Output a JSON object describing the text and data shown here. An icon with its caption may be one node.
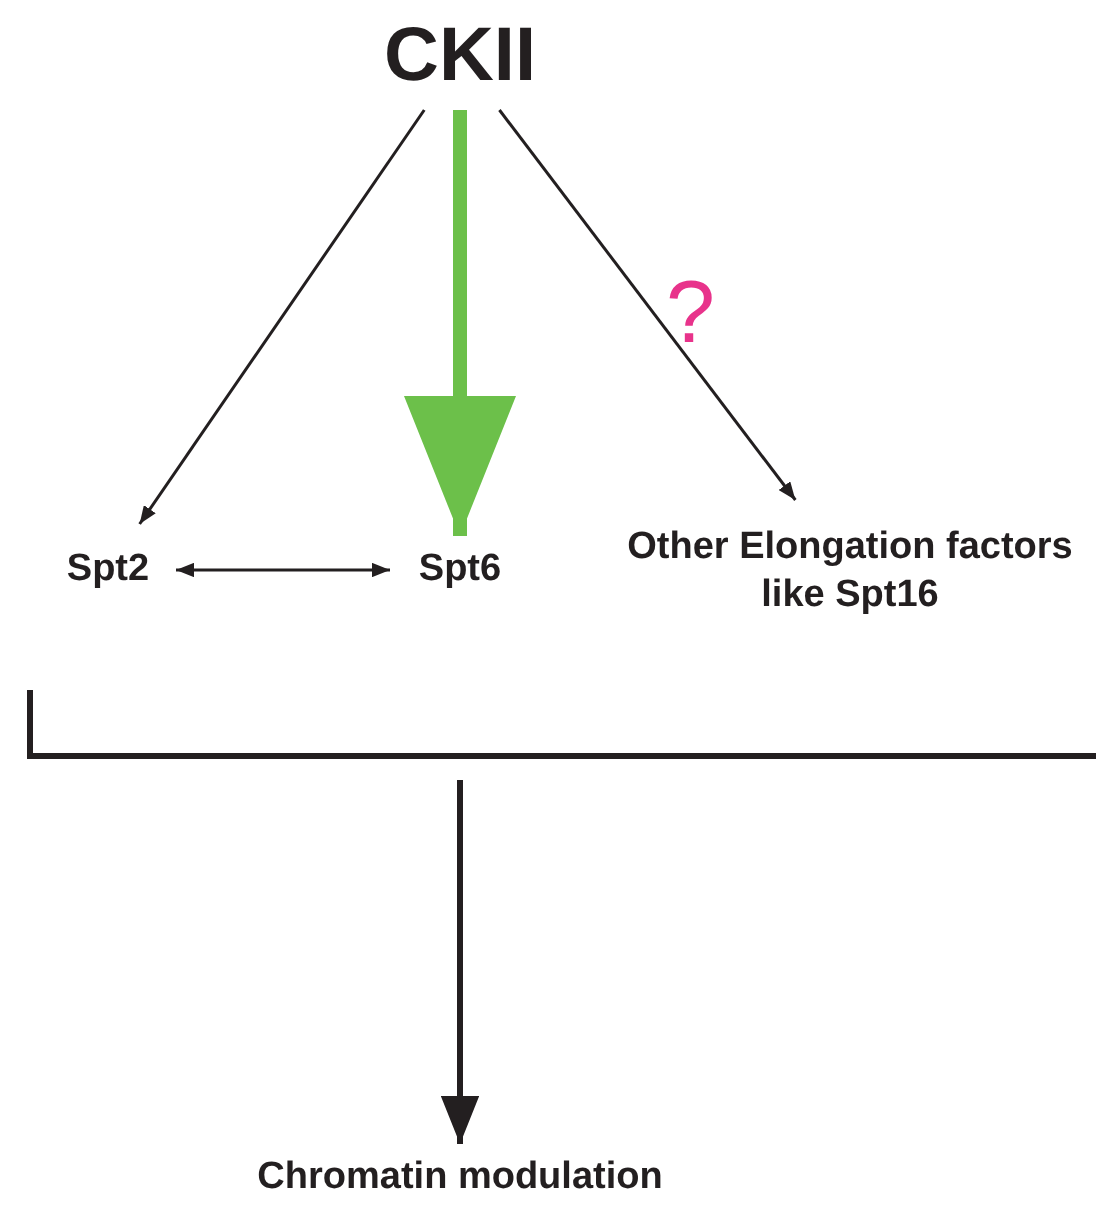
{
  "diagram": {
    "nodes": [
      {
        "text": [
          "CKII"
        ]
      },
      {
        "text": [
          "Spt2"
        ]
      },
      {
        "text": [
          "Spt6"
        ]
      },
      {
        "text": [
          "Other Elongation factors like Spt16"
        ]
      },
      {
        "text": [
          "Chromatin modulation"
        ]
      }
    ],
    "edges": [
      {
        "from": 0,
        "to": 1,
        "arrow": "to"
      },
      {
        "from": 0,
        "to": 2,
        "arrow": "to",
        "style": "thick",
        "color": "#6cc04a"
      },
      {
        "from": 0,
        "to": 3,
        "arrow": "to"
      },
      {
        "from": 1,
        "to": 2,
        "arrow": "both"
      },
      {
        "from": null,
        "to": 4,
        "arrow": "to",
        "style": "thick"
      }
    ],
    "labels": [
      "?"
    ]
  }
}
